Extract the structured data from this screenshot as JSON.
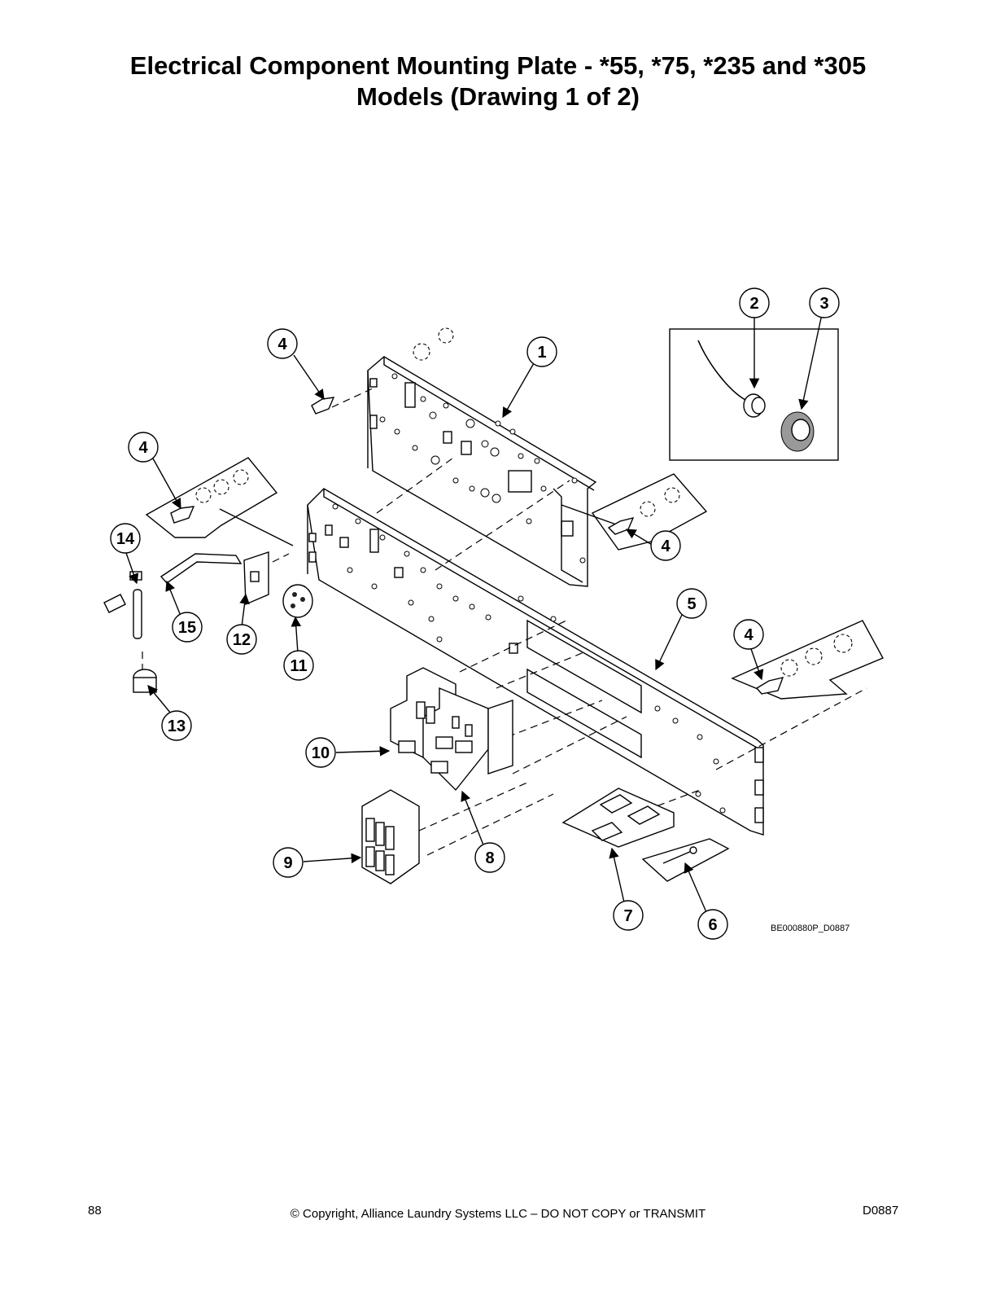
{
  "title": {
    "line1": "Electrical Component Mounting Plate - *55, *75, *235 and *305",
    "line2": "Models (Drawing 1 of 2)"
  },
  "callouts": [
    "1",
    "2",
    "3",
    "4",
    "5",
    "6",
    "7",
    "8",
    "9",
    "10",
    "11",
    "12",
    "13",
    "14",
    "15"
  ],
  "drawing_code": "BE000880P_D0887",
  "footer": {
    "page_number": "88",
    "copyright": "© Copyright, Alliance Laundry Systems LLC – DO NOT COPY or TRANSMIT",
    "doc_code": "D0887"
  }
}
